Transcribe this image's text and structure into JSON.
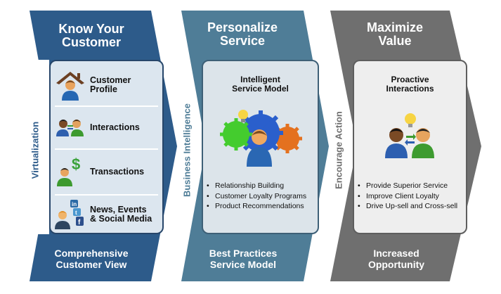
{
  "colors": {
    "stage1": "#2d5b8a",
    "stage2": "#4f7d97",
    "stage3": "#6f6f6f",
    "stage1_text": "#2d5b8a",
    "stage2_text": "#4f7d97",
    "stage3_text": "#6f6f6f"
  },
  "stages": [
    {
      "title": "Know Your\nCustomer",
      "footer": "Comprehensive\nCustomer View",
      "side_label": "Virtualization",
      "items": [
        {
          "label": "Customer\nProfile",
          "icon": "person-house-icon"
        },
        {
          "label": "Interactions",
          "icon": "two-people-exchange-icon"
        },
        {
          "label": "Transactions",
          "icon": "person-dollar-icon"
        },
        {
          "label": "News, Events\n& Social Media",
          "icon": "person-social-media-icon"
        }
      ]
    },
    {
      "title": "Personalize\nService",
      "footer": "Best Practices\nService Model",
      "side_label": "Business Intelligence",
      "card_title": "Intelligent\nService Model",
      "icon": "person-gears-lightbulb-icon",
      "bullets": [
        "Relationship Building",
        "Customer Loyalty Programs",
        "Product Recommendations"
      ]
    },
    {
      "title": "Maximize\nValue",
      "footer": "Increased\nOpportunity",
      "side_label": "Encourage Action",
      "card_title": "Proactive\nInteractions",
      "icon": "two-people-lightbulb-exchange-icon",
      "bullets": [
        "Provide Superior Service",
        "Improve Client Loyalty",
        "Drive Up-sell and Cross-sell"
      ]
    }
  ]
}
